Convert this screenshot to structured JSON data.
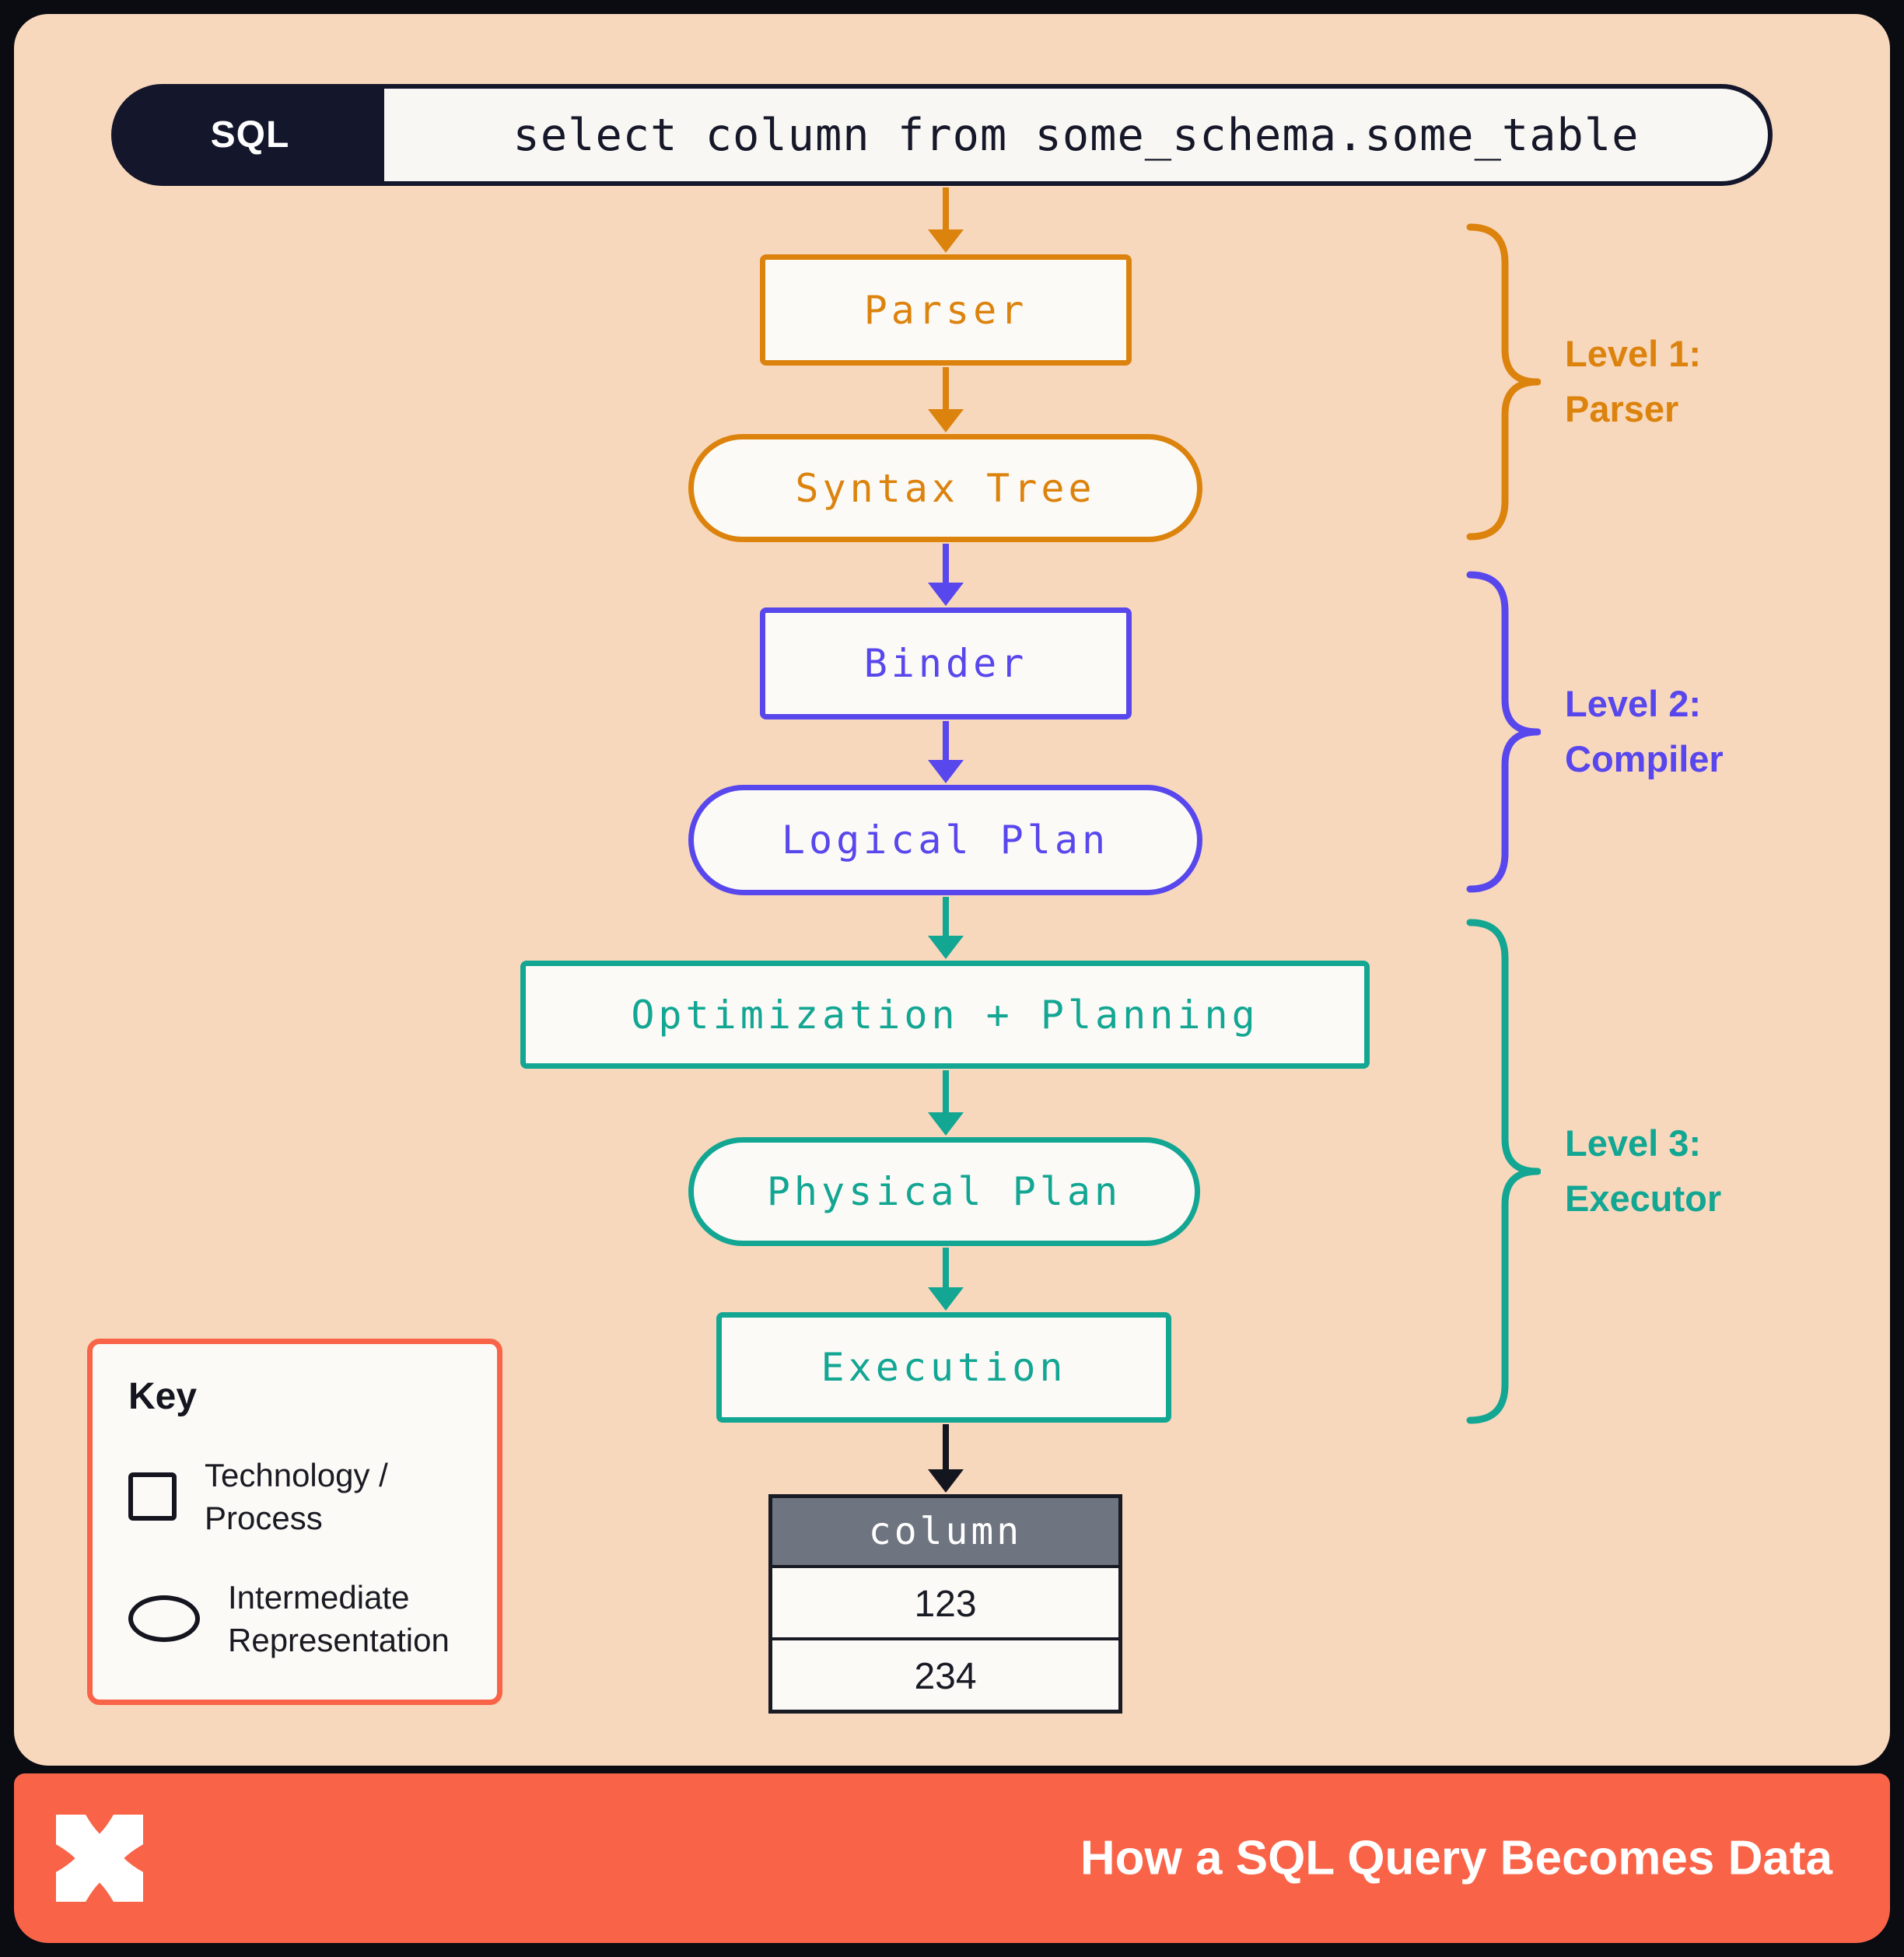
{
  "colors": {
    "background": "#F8D8BD",
    "frame": "#0B0C12",
    "accent_orange": "#DC830E",
    "accent_purple": "#5847EC",
    "accent_teal": "#12A693",
    "footer_coral": "#F96449",
    "navy": "#14162B",
    "table_header_gray": "#6E7480"
  },
  "sql_bar": {
    "label": "SQL",
    "query": "select column from some_schema.some_table"
  },
  "flow": {
    "nodes": [
      {
        "id": "parser",
        "label": "Parser",
        "shape": "process",
        "color": "orange"
      },
      {
        "id": "syntax-tree",
        "label": "Syntax Tree",
        "shape": "intermediate",
        "color": "orange"
      },
      {
        "id": "binder",
        "label": "Binder",
        "shape": "process",
        "color": "purple"
      },
      {
        "id": "logical-plan",
        "label": "Logical Plan",
        "shape": "intermediate",
        "color": "purple"
      },
      {
        "id": "optimization-planning",
        "label": "Optimization + Planning",
        "shape": "process",
        "color": "teal"
      },
      {
        "id": "physical-plan",
        "label": "Physical Plan",
        "shape": "intermediate",
        "color": "teal"
      },
      {
        "id": "execution",
        "label": "Execution",
        "shape": "process",
        "color": "teal"
      }
    ]
  },
  "levels": [
    {
      "line1": "Level 1:",
      "line2": "Parser",
      "color": "orange"
    },
    {
      "line1": "Level 2:",
      "line2": "Compiler",
      "color": "purple"
    },
    {
      "line1": "Level 3:",
      "line2": "Executor",
      "color": "teal"
    }
  ],
  "key": {
    "title": "Key",
    "items": [
      {
        "shape": "rect",
        "line1": "Technology /",
        "line2": "Process"
      },
      {
        "shape": "ellipse",
        "line1": "Intermediate",
        "line2": "Representation"
      }
    ]
  },
  "result_table": {
    "header": "column",
    "rows": [
      "123",
      "234"
    ]
  },
  "footer": {
    "title": "How a SQL Query Becomes Data"
  }
}
